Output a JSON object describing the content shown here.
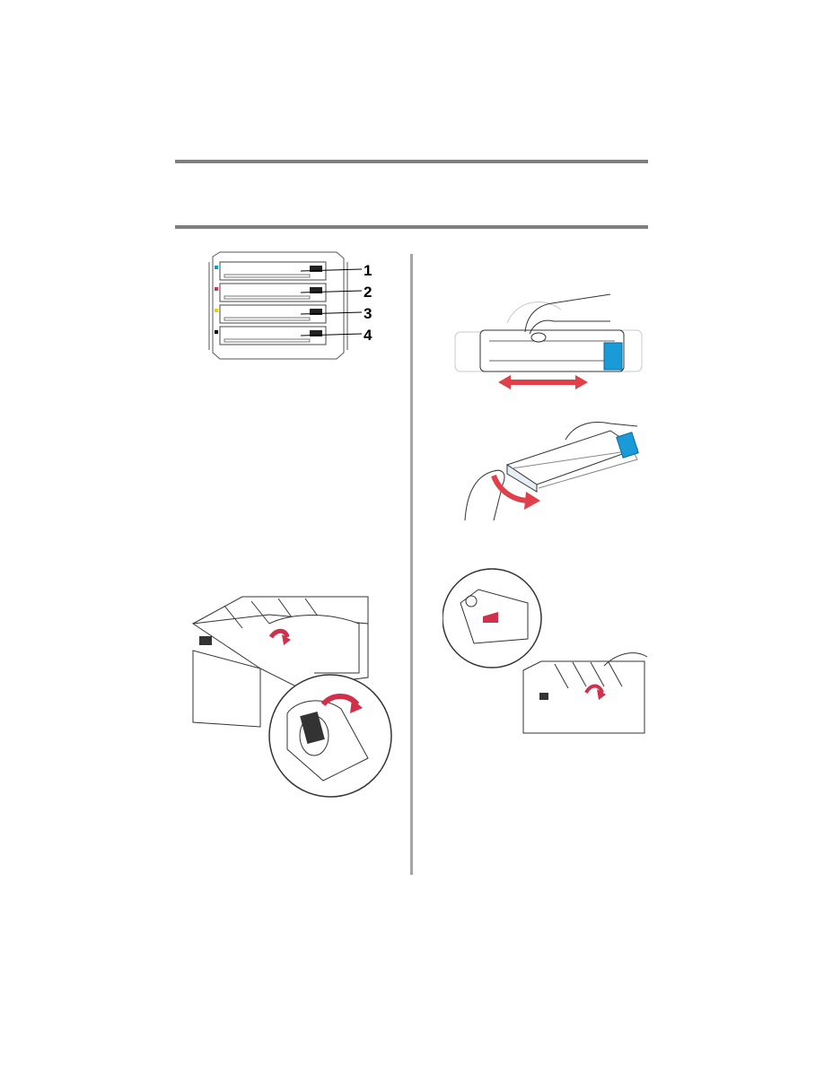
{
  "header": {
    "rule_color": "#7f7f7f"
  },
  "figure_cartridge_slots": {
    "labels": [
      "1",
      "2",
      "3",
      "4"
    ],
    "slot_colors": [
      "#00a0d0",
      "#d0306a",
      "#e8d000",
      "#000000"
    ]
  },
  "figure_shake_cartridge": {
    "arrow_color": "#e0404a",
    "lever_color": "#1a9ad6"
  },
  "figure_remove_tape": {
    "arrow_color": "#e0404a",
    "lever_color": "#1a9ad6"
  },
  "figure_insert_cartridge": {
    "arrow_color": "#d0304a"
  },
  "figure_lever_detail": {
    "arrow_color": "#d0304a"
  },
  "column_divider": {
    "color": "#a6a6a6"
  }
}
